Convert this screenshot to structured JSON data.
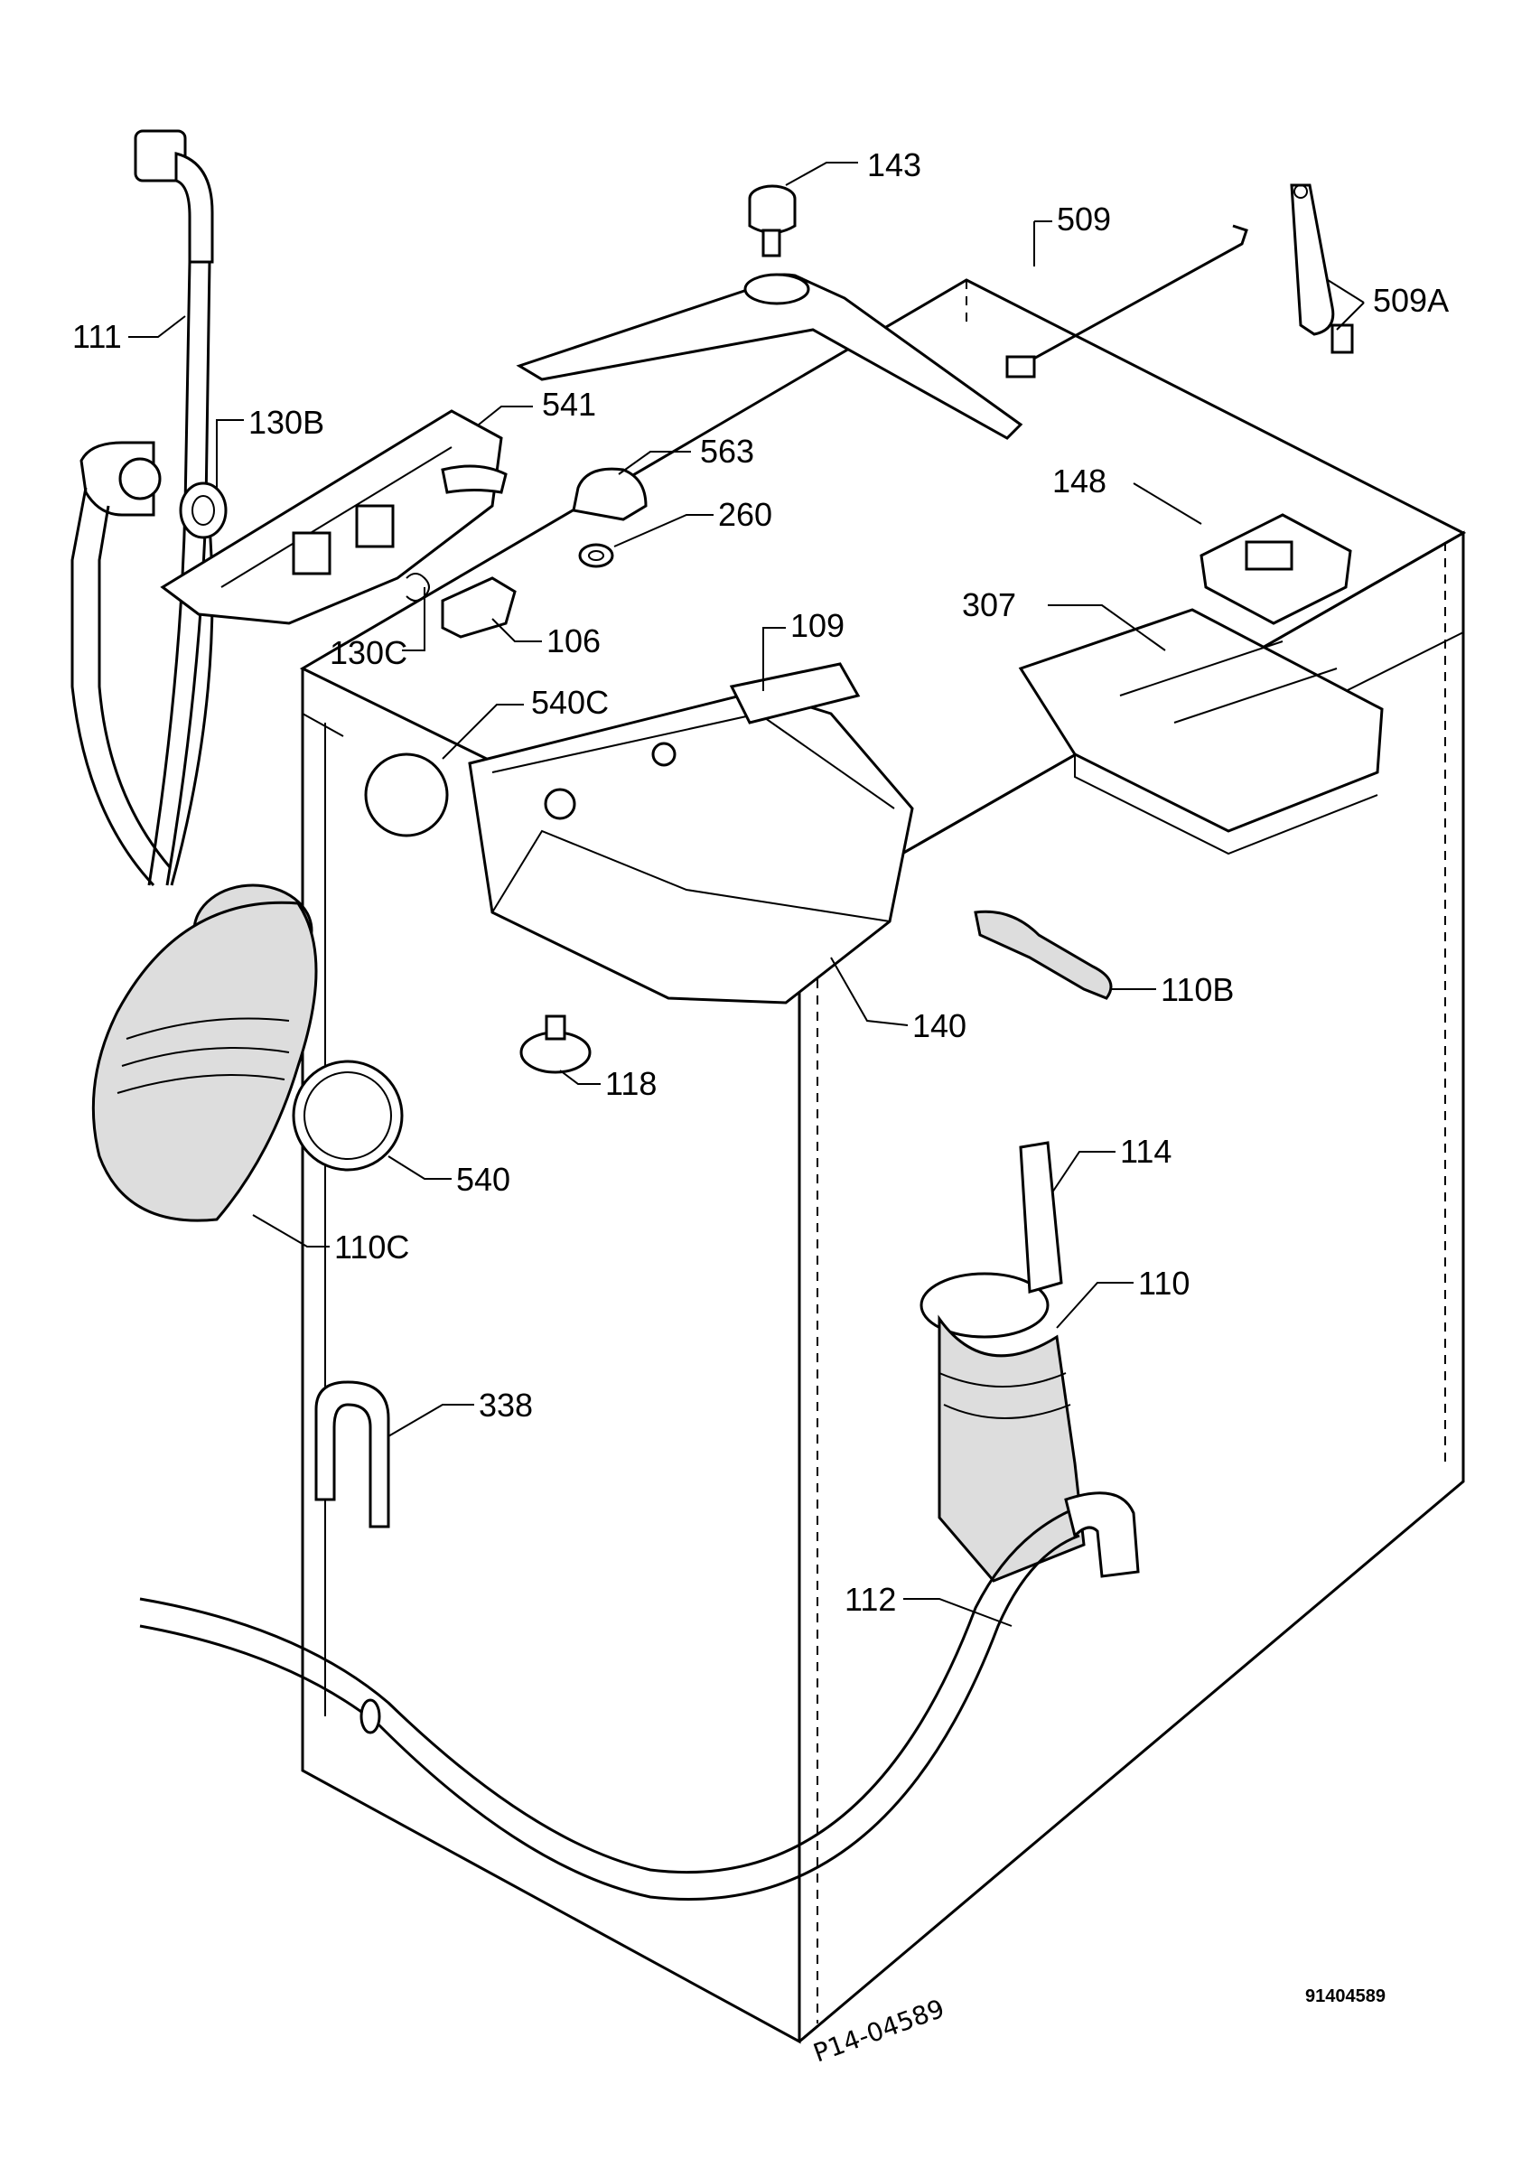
{
  "diagram": {
    "labels": {
      "p143": "143",
      "p509": "509",
      "p509a": "509A",
      "p111": "111",
      "p130b": "130B",
      "p541": "541",
      "p563": "563",
      "p260": "260",
      "p148": "148",
      "p307": "307",
      "p130c": "130C",
      "p106": "106",
      "p109": "109",
      "p540c": "540C",
      "p110b": "110B",
      "p140": "140",
      "p118": "118",
      "p540": "540",
      "p110c": "110C",
      "p114": "114",
      "p110": "110",
      "p338": "338",
      "p112": "112"
    },
    "drawing_number": "91404589",
    "handwritten_code": "P14-04589"
  }
}
